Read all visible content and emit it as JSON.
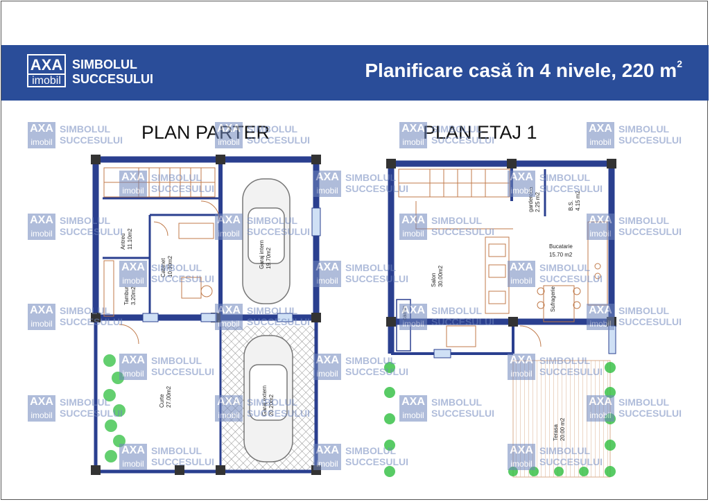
{
  "header": {
    "logo_top": "AXA",
    "logo_bottom": "imobil",
    "tagline_line1": "SIMBOLUL",
    "tagline_line2": "SUCCESULUI",
    "title": "Planificare casă în 4 nivele, 220 m",
    "title_sup": "2"
  },
  "plans": [
    {
      "title": "PLAN PARTER",
      "rooms": [
        {
          "name": "Antreu",
          "area": "11.10m2"
        },
        {
          "name": "Cabinet",
          "area": "10.30m2"
        },
        {
          "name": "Tambur",
          "area": "3.20m2"
        },
        {
          "name": "Garaj intern",
          "area": "19.70m2"
        },
        {
          "name": "Curte",
          "area": "27.00m2"
        },
        {
          "name": "Garaj extern",
          "area": "20.20m2"
        }
      ]
    },
    {
      "title": "PLAN ETAJ 1",
      "rooms": [
        {
          "name": "garderoba",
          "area": "2.25 m2"
        },
        {
          "name": "B.S.",
          "area": "4.15 m2"
        },
        {
          "name": "Bucatarie",
          "area": "15.70 m2"
        },
        {
          "name": "Salon",
          "area": "30.00m2"
        },
        {
          "name": "Sufragerie",
          "area": ""
        },
        {
          "name": "camin",
          "area": ""
        },
        {
          "name": "Terasa",
          "area": "20.00 m2"
        }
      ]
    }
  ],
  "watermark": {
    "top": "AXA",
    "bottom": "imobil",
    "line1": "SIMBOLUL",
    "line2": "SUCCESULUI"
  },
  "colors": {
    "header_bg": "#2a4d99",
    "wall": "#2a3f8f",
    "watermark": "#6f86bd"
  }
}
